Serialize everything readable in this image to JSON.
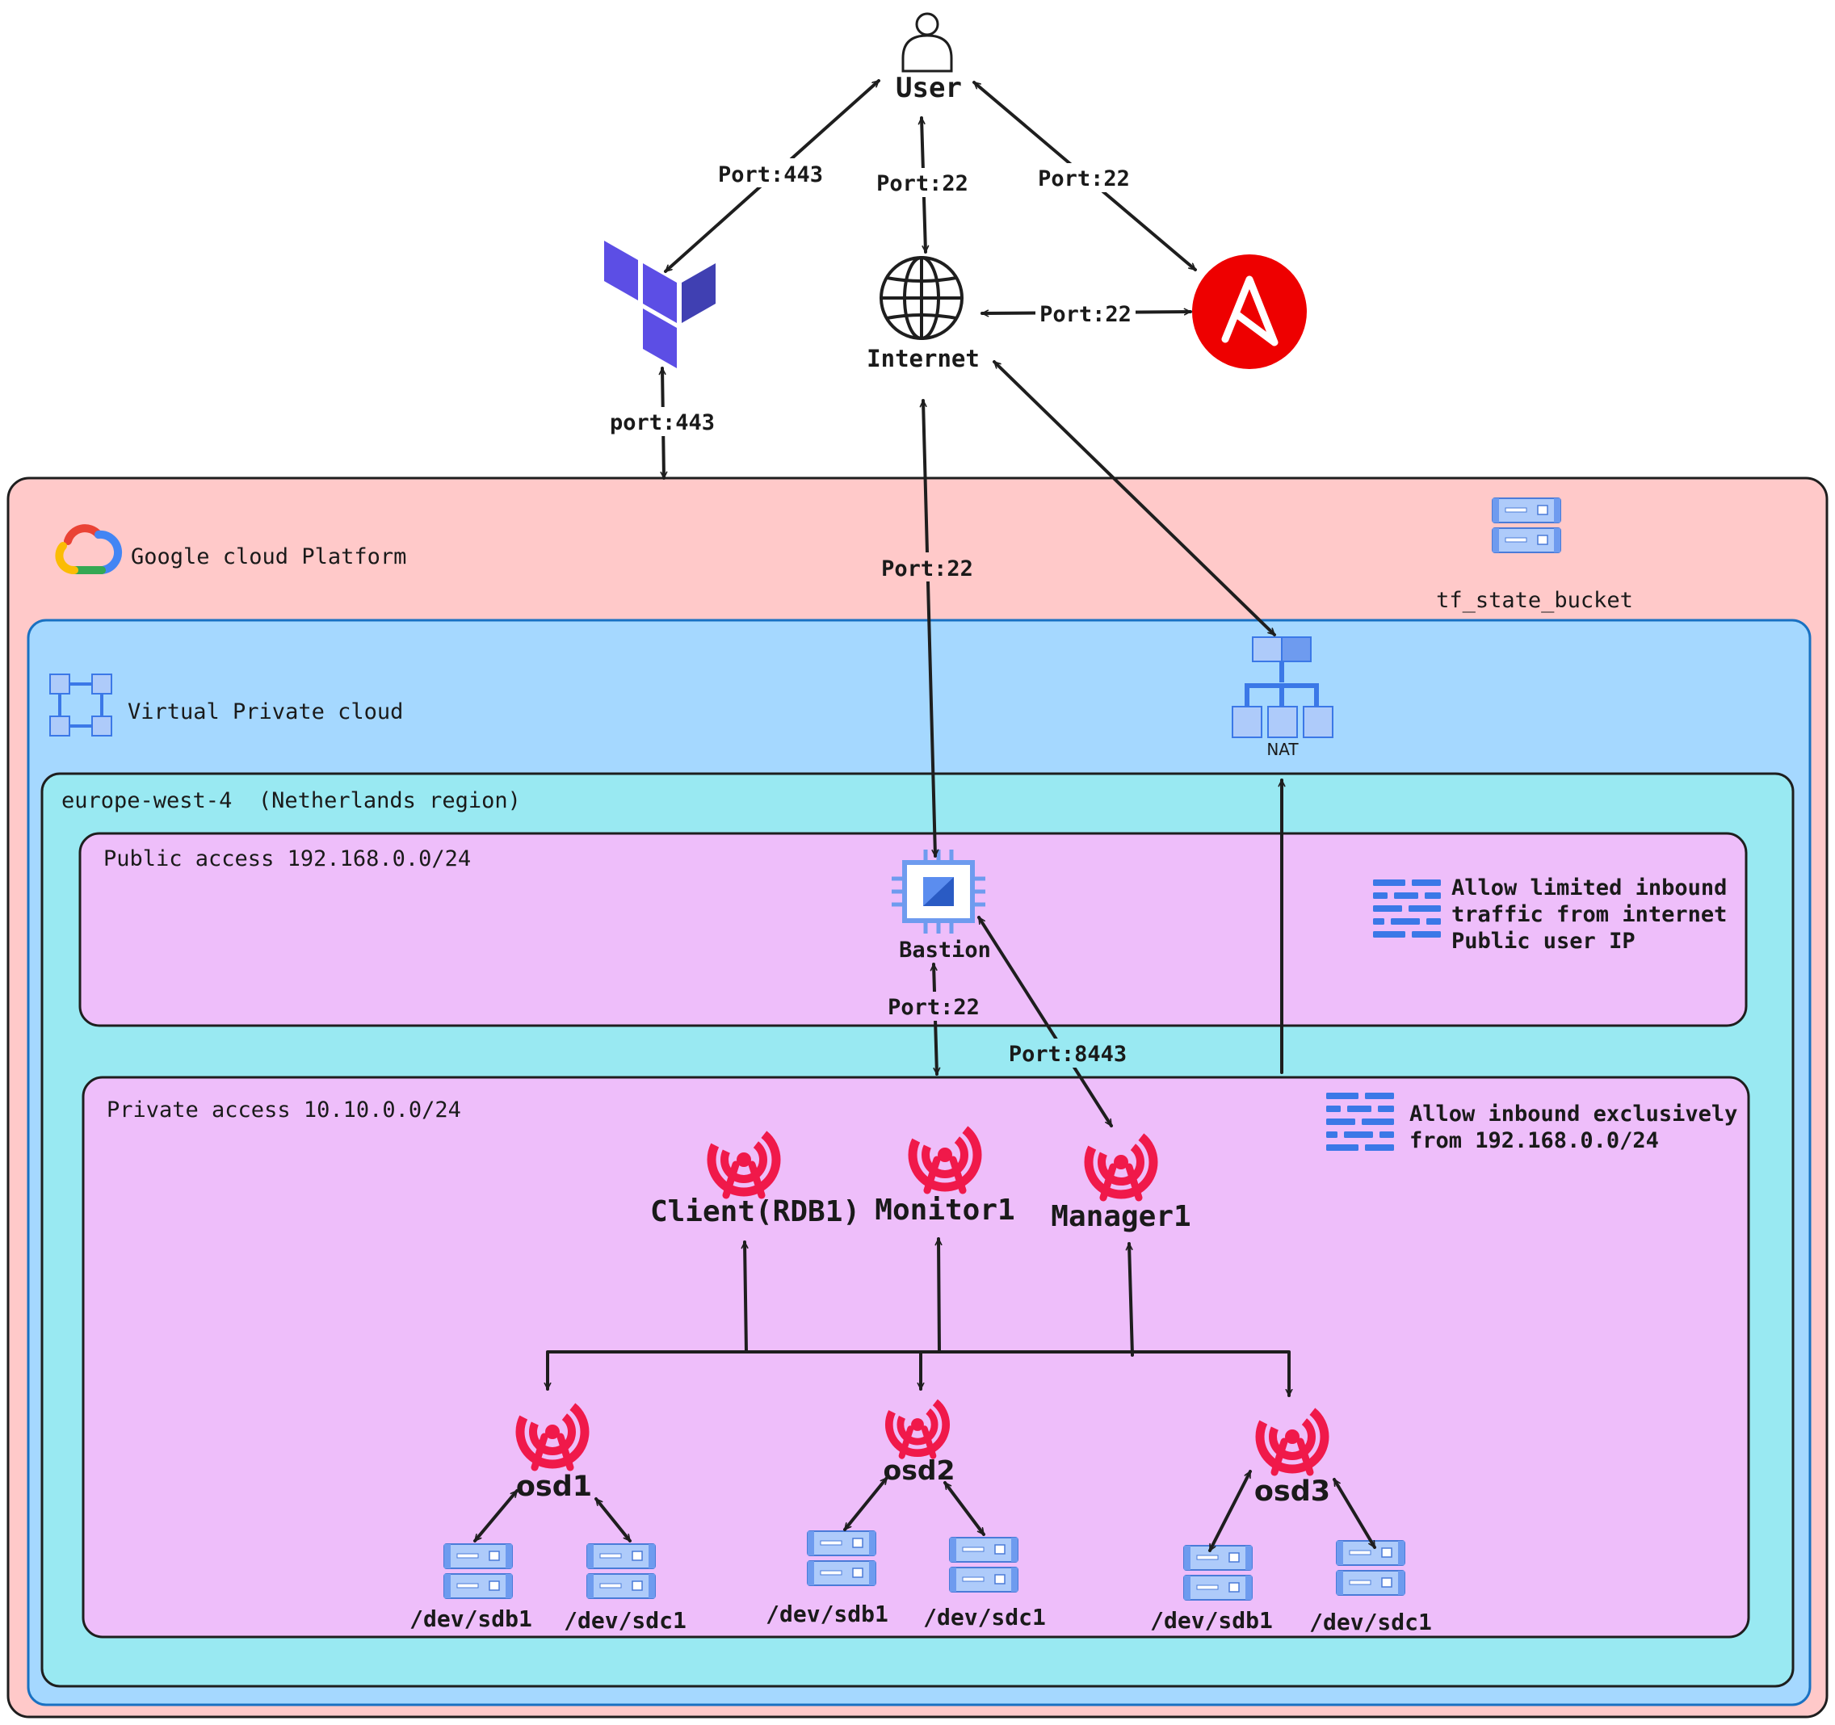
{
  "nodes": {
    "user": "User",
    "internet": "Internet",
    "bastion": "Bastion",
    "nat": "NAT",
    "tf_state_bucket": "tf_state_bucket",
    "client": "Client(RDB1)",
    "monitor": "Monitor1",
    "manager": "Manager1",
    "osd1": "osd1",
    "osd2": "osd2",
    "osd3": "osd3",
    "disk_sdb1": "/dev/sdb1",
    "disk_sdc1": "/dev/sdc1"
  },
  "zones": {
    "gcp": "Google cloud Platform",
    "vpc": "Virtual Private cloud",
    "region": "europe-west-4  (Netherlands region)",
    "public_subnet": "Public access 192.168.0.0/24",
    "private_subnet": "Private access 10.10.0.0/24"
  },
  "firewall_rules": {
    "public": [
      "Allow limited inbound",
      "traffic from internet",
      "Public user IP"
    ],
    "private": [
      "Allow inbound exclusively",
      "from 192.168.0.0/24"
    ]
  },
  "ports": {
    "user_terraform": "Port:443",
    "user_internet": "Port:22",
    "user_ansible": "Port:22",
    "internet_ansible": "Port:22",
    "terraform_gcp": "port:443",
    "internet_bastion": "Port:22",
    "bastion_private": "Port:22",
    "bastion_manager": "Port:8443"
  },
  "colors": {
    "gcp_zone": "#ffc9c9",
    "vpc_zone": "#a5d8ff",
    "region_zone": "#99e9f2",
    "subnet_zone": "#eebefa",
    "ceph_red": "#f0194a",
    "terraform_purple": "#5c4ee5",
    "ansible_red": "#ee0000",
    "gcp_blue": "#5b8def"
  },
  "icons": [
    "person-icon",
    "terraform-logo",
    "globe-icon",
    "ansible-logo",
    "google-cloud-logo",
    "vpc-icon",
    "storage-server-icon",
    "nat-gateway-icon",
    "compute-engine-icon",
    "firewall-icon",
    "ceph-logo"
  ]
}
